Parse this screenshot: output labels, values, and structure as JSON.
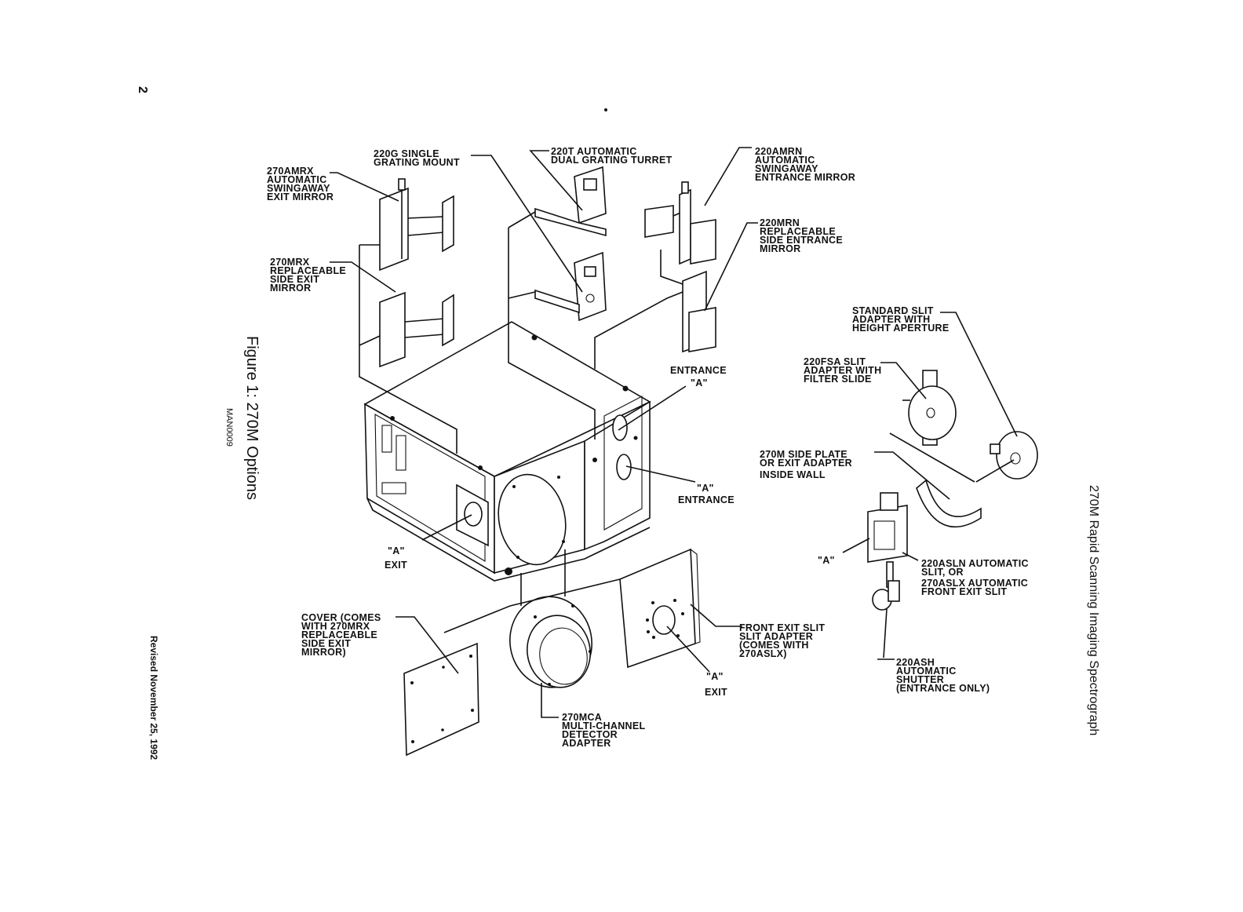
{
  "page": {
    "page_number": "2",
    "running_header": "270M Rapid Scanning Imaging Spectrograph",
    "figure_title": "Figure 1: 270M Options",
    "figure_code": "MAN0009",
    "revision": "Revised November 25, 1992"
  },
  "callouts": {
    "amrx": [
      "270AMRX",
      "AUTOMATIC",
      "SWINGAWAY",
      "EXIT MIRROR"
    ],
    "g220": [
      "220G SINGLE",
      "GRATING MOUNT"
    ],
    "t220": [
      "220T AUTOMATIC",
      "DUAL GRATING TURRET"
    ],
    "amrn": [
      "220AMRN",
      "AUTOMATIC",
      "SWINGAWAY",
      "ENTRANCE MIRROR"
    ],
    "mrn": [
      "220MRN",
      "REPLACEABLE",
      "SIDE ENTRANCE",
      "MIRROR"
    ],
    "mrx": [
      "270MRX",
      "REPLACEABLE",
      "SIDE EXIT",
      "MIRROR"
    ],
    "std_slit": [
      "STANDARD SLIT",
      "ADAPTER WITH",
      "HEIGHT APERTURE"
    ],
    "fsa": [
      "220FSA SLIT",
      "ADAPTER WITH",
      "FILTER SLIDE"
    ],
    "entrance_top": [
      "ENTRANCE",
      "\"A\""
    ],
    "side_plate": [
      "270M SIDE PLATE",
      "OR EXIT ADAPTER",
      "INSIDE WALL"
    ],
    "entrance_side": [
      "\"A\"",
      "ENTRANCE"
    ],
    "exit_left": [
      "\"A\"",
      "EXIT"
    ],
    "a_slit": [
      "\"A\""
    ],
    "asln": [
      "220ASLN AUTOMATIC",
      "SLIT, OR"
    ],
    "aslx": [
      "270ASLX AUTOMATIC",
      "FRONT EXIT SLIT"
    ],
    "cover": [
      "COVER (COMES",
      "WITH 270MRX",
      "REPLACEABLE",
      "SIDE EXIT",
      "MIRROR)"
    ],
    "front_exit": [
      "FRONT EXIT SLIT",
      "SLIT ADAPTER",
      "(COMES WITH",
      "270ASLX)"
    ],
    "exit_front": [
      "\"A\"",
      "EXIT"
    ],
    "ash": [
      "220ASH",
      "AUTOMATIC",
      "SHUTTER",
      "(ENTRANCE ONLY)"
    ],
    "mca": [
      "270MCA",
      "MULTI-CHANNEL",
      "DETECTOR",
      "ADAPTER"
    ]
  }
}
